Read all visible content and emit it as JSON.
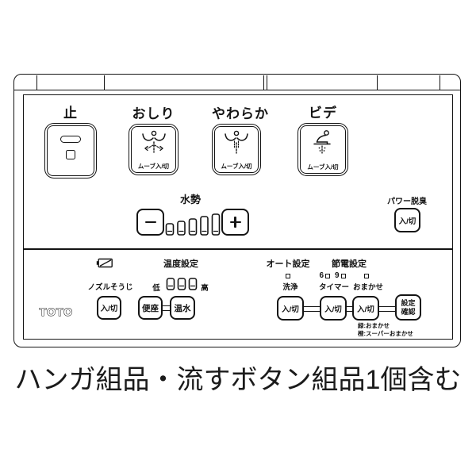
{
  "caption": "ハンガ組品・流すボタン組品1個含む",
  "brand": "TOTO",
  "top_row": {
    "stop_label": "止",
    "oshiri_label": "おしり",
    "yawaraka_label": "やわらか",
    "bide_label": "ビデ",
    "move_label": "ムーブ入/切"
  },
  "water_pressure": {
    "label": "水勢",
    "minus": "−",
    "plus": "+",
    "levels": 5
  },
  "power_deodorizer": {
    "label": "パワー脱臭",
    "button": "入/切"
  },
  "nozzle_clean": {
    "label": "ノズルそうじ",
    "button": "入/切"
  },
  "temperature": {
    "label": "温度設定",
    "low": "低",
    "high": "高",
    "levels": 3,
    "seat_button": "便座",
    "water_button": "温水"
  },
  "auto_setting": {
    "label": "オート設定",
    "wash_label": "洗浄",
    "button": "入/切"
  },
  "eco_setting": {
    "label": "節電設定",
    "hour6": "6",
    "hour9": "9",
    "timer_label": "タイマー",
    "omakase_label": "おまかせ",
    "timer_button": "入/切",
    "omakase_button": "入/切",
    "confirm_button_line1": "設定",
    "confirm_button_line2": "確認",
    "led_note_green": "緑:おまかせ",
    "led_note_orange": "橙:スーパーおまかせ"
  }
}
